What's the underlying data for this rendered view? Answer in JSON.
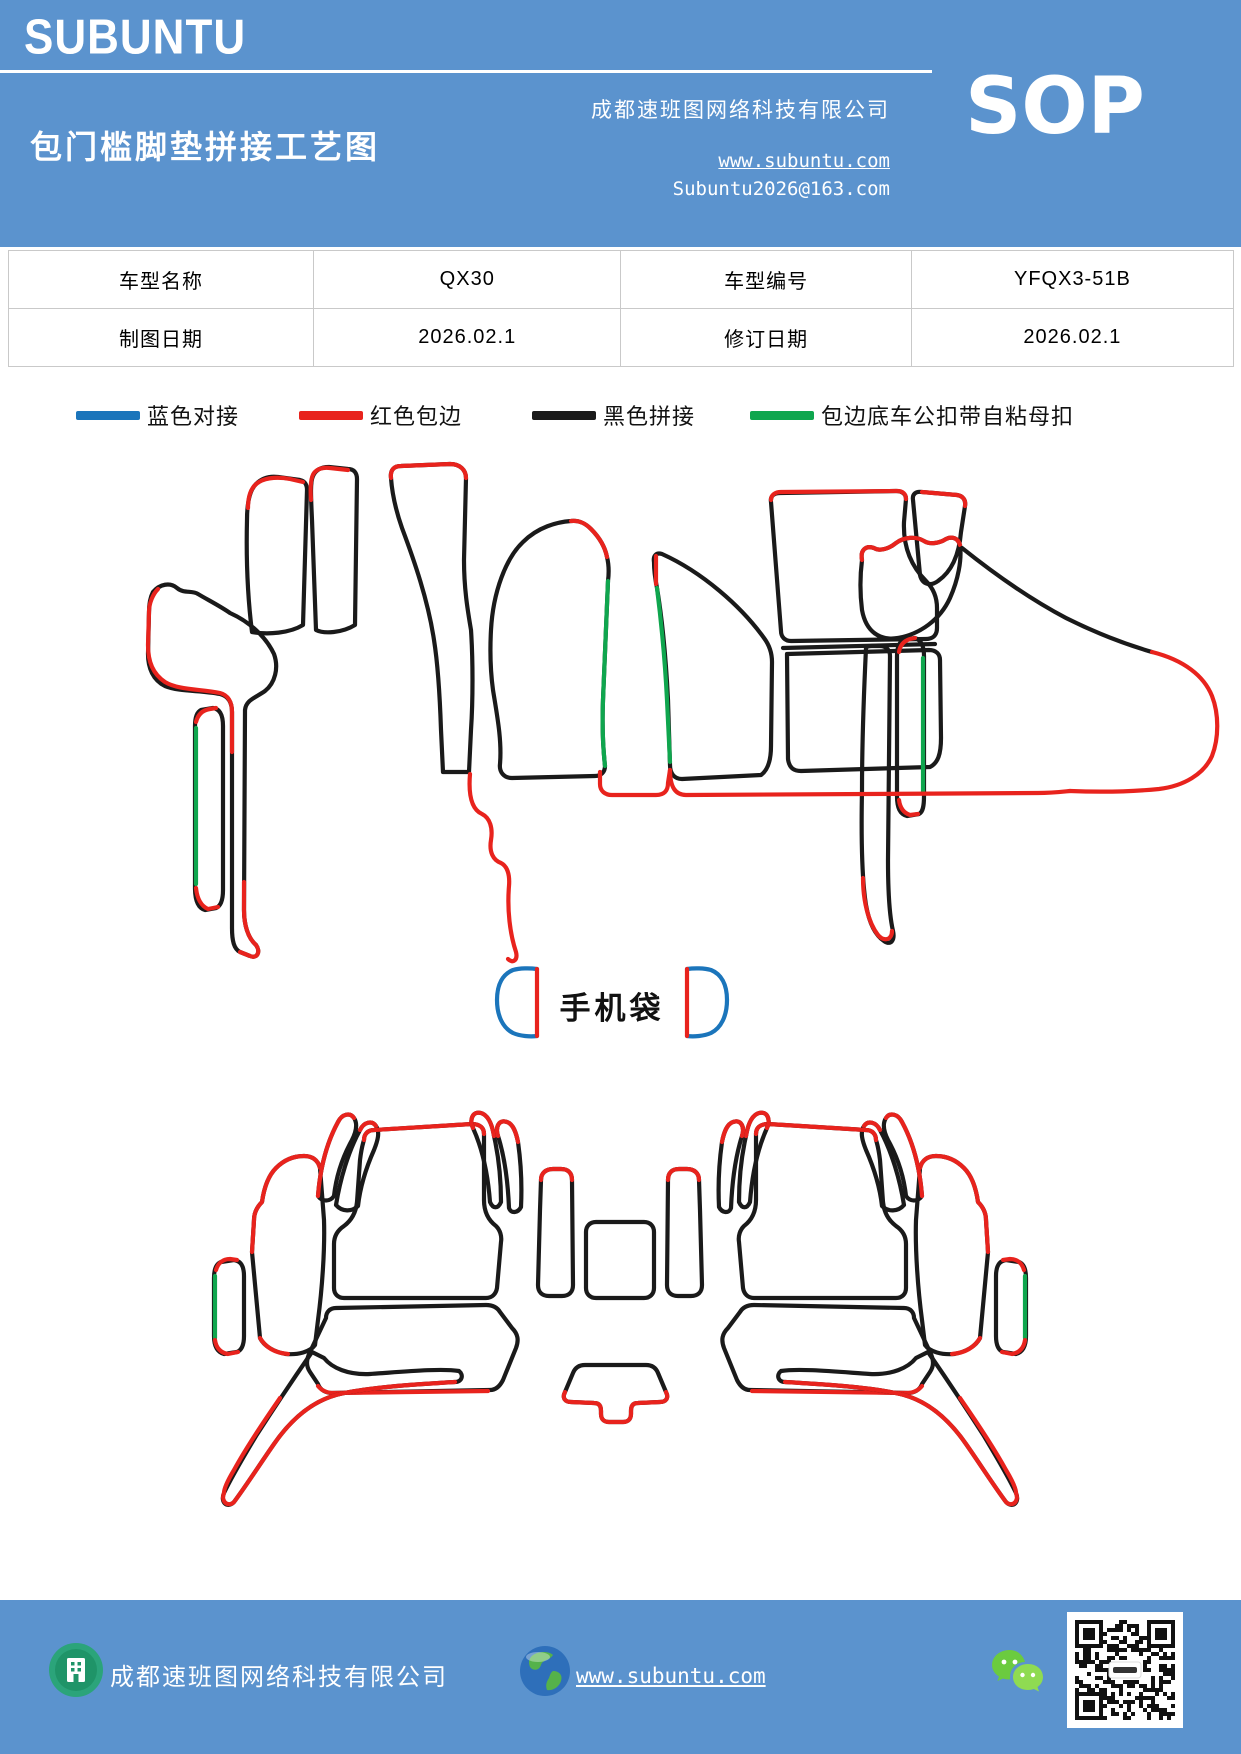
{
  "header": {
    "logo": "SUBUNTU",
    "title": "包门槛脚垫拼接工艺图",
    "company": "成都速班图网络科技有限公司",
    "website": "www.subuntu.com",
    "email": "Subuntu2026@163.com",
    "badge": "SOP"
  },
  "info_table": {
    "rows": [
      {
        "c1": "车型名称",
        "c2": "QX30",
        "c3": "车型编号",
        "c4": "YFQX3-51B"
      },
      {
        "c1": "制图日期",
        "c2": "2026.02.1",
        "c3": "修订日期",
        "c4": "2026.02.1"
      }
    ]
  },
  "legend": {
    "items": [
      {
        "label": "蓝色对接",
        "color": "#1B75BB"
      },
      {
        "label": "红色包边",
        "color": "#E8231D"
      },
      {
        "label": "黑色拼接",
        "color": "#1A1A1A"
      },
      {
        "label": "包边底车公扣带自粘母扣",
        "color": "#0FA64E"
      }
    ]
  },
  "diagram": {
    "phone_bag_label": "手机袋"
  },
  "footer": {
    "company": "成都速班图网络科技有限公司",
    "website": "www.subuntu.com"
  },
  "palette": {
    "banner_blue": "#5B93CE",
    "line_red": "#E8231D",
    "line_blue": "#1B75BB",
    "line_green": "#0FA64E",
    "line_black": "#1A1A1A",
    "table_border": "#C9C9C9",
    "qr_black": "#111111"
  }
}
